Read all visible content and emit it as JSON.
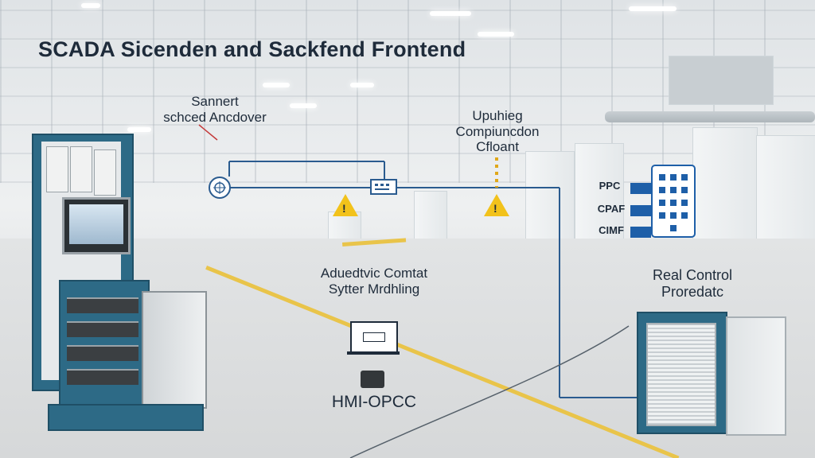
{
  "title": "SCADA Sicenden and Sackfend Frontend",
  "labels": {
    "sannert_line1": "Sannert",
    "sannert_line2": "schced Ancdover",
    "upuhieg_line1": "Upuhieg",
    "upuhieg_line2": "Compiuncdon",
    "upuhieg_line3": "Cfloant",
    "ppc": "PPC",
    "cpaf": "CPAF",
    "cimf": "CIMF",
    "aduedtvic_line1": "Aduedtvic Comtat",
    "aduedtvic_line2": "Sytter Mrdhling",
    "real_line1": "Real Control",
    "real_line2": "Proredatc",
    "hmi": "HMI-OPCC"
  },
  "colors": {
    "line": "#2a5b8f",
    "accent_teal": "#2d6a86",
    "warning": "#f2c21b",
    "text": "#1e2b3a",
    "dotted": "#e0a81a"
  },
  "icons": [
    "network-node-icon",
    "switch-icon",
    "warning-icon",
    "plc-module-icon",
    "laptop-icon",
    "device-icon"
  ]
}
